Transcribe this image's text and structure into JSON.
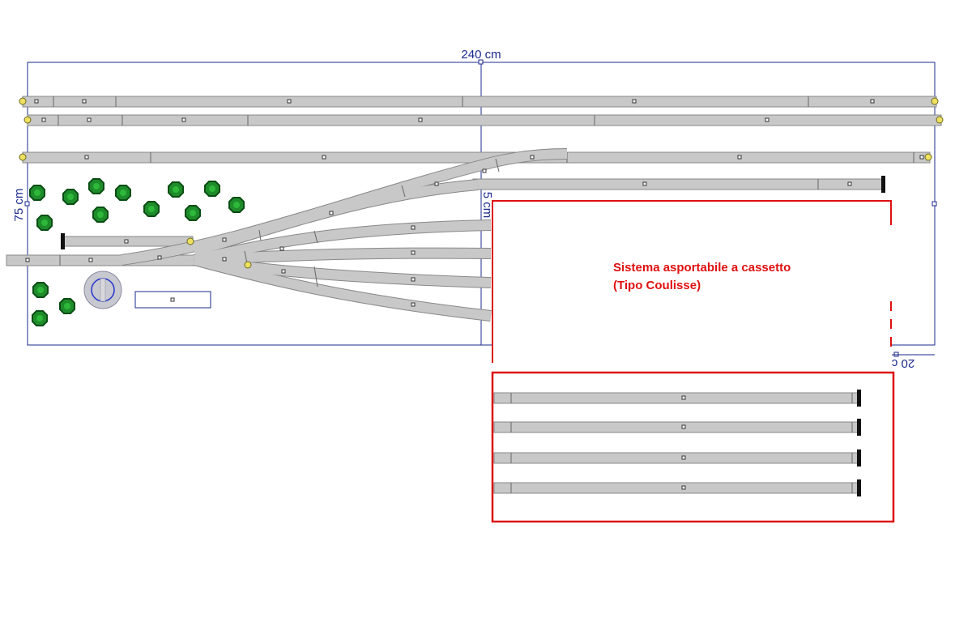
{
  "dimensions": {
    "width_label": "240 cm",
    "height_label": "75 cm",
    "center_label": "5 cm",
    "right_label": "20 c"
  },
  "note": {
    "line1": "Sistema asportabile a cassetto",
    "line2": "(Tipo Coulisse)"
  },
  "colors": {
    "track_fill": "#c8c8c8",
    "track_stroke": "#888888",
    "dimension_line": "#1a2a8c",
    "highlight_box": "#dd1111",
    "tree_fill": "#1e8c2a",
    "tree_dark": "#0a4d14",
    "joint_marker": "#f0e060"
  },
  "icons": {
    "tree": "tree-icon",
    "turntable": "turntable-icon",
    "buffer_stop": "buffer-stop-icon",
    "joint": "rail-joiner-icon"
  }
}
